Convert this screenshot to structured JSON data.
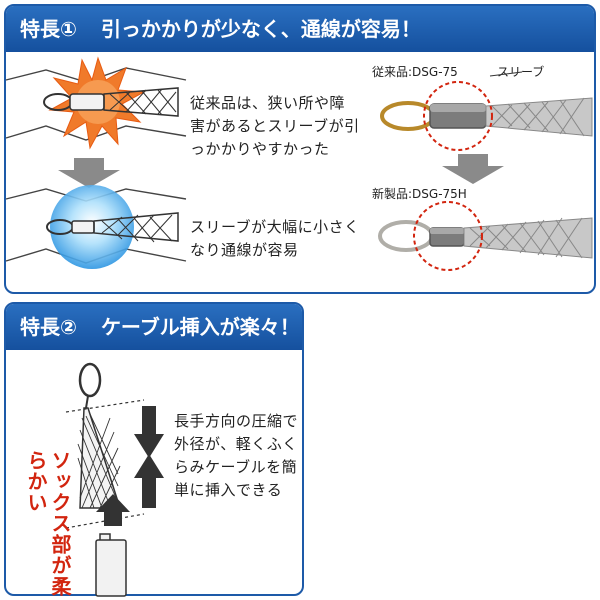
{
  "feature1": {
    "title_num": "特長①",
    "title_text": "引っかかりが少なく、通線が容易！",
    "old_desc": "従来品は、狭い所や障害があるとスリーブが引っかかりやすかった",
    "new_desc": "スリーブが大幅に小さくなり通線が容易",
    "old_label": "従来品:DSG-75",
    "new_label": "新製品:DSG-75H",
    "sleeve_label": "スリーブ"
  },
  "feature2": {
    "title_num": "特長②",
    "title_text": "ケーブル挿入が楽々！",
    "desc": "長手方向の圧縮で外径が、軽くふくらみケーブルを簡単に挿入できる",
    "soft_label": "ソックス部が柔らかい"
  },
  "colors": {
    "header_blue": "#1d5aa8",
    "burst_orange": "#f07a2a",
    "bubble_blue": "#4da9ea",
    "arrow_gray": "#8a8a8a",
    "callout_red": "#d2250f",
    "old_loop_gold": "#b8892a"
  }
}
